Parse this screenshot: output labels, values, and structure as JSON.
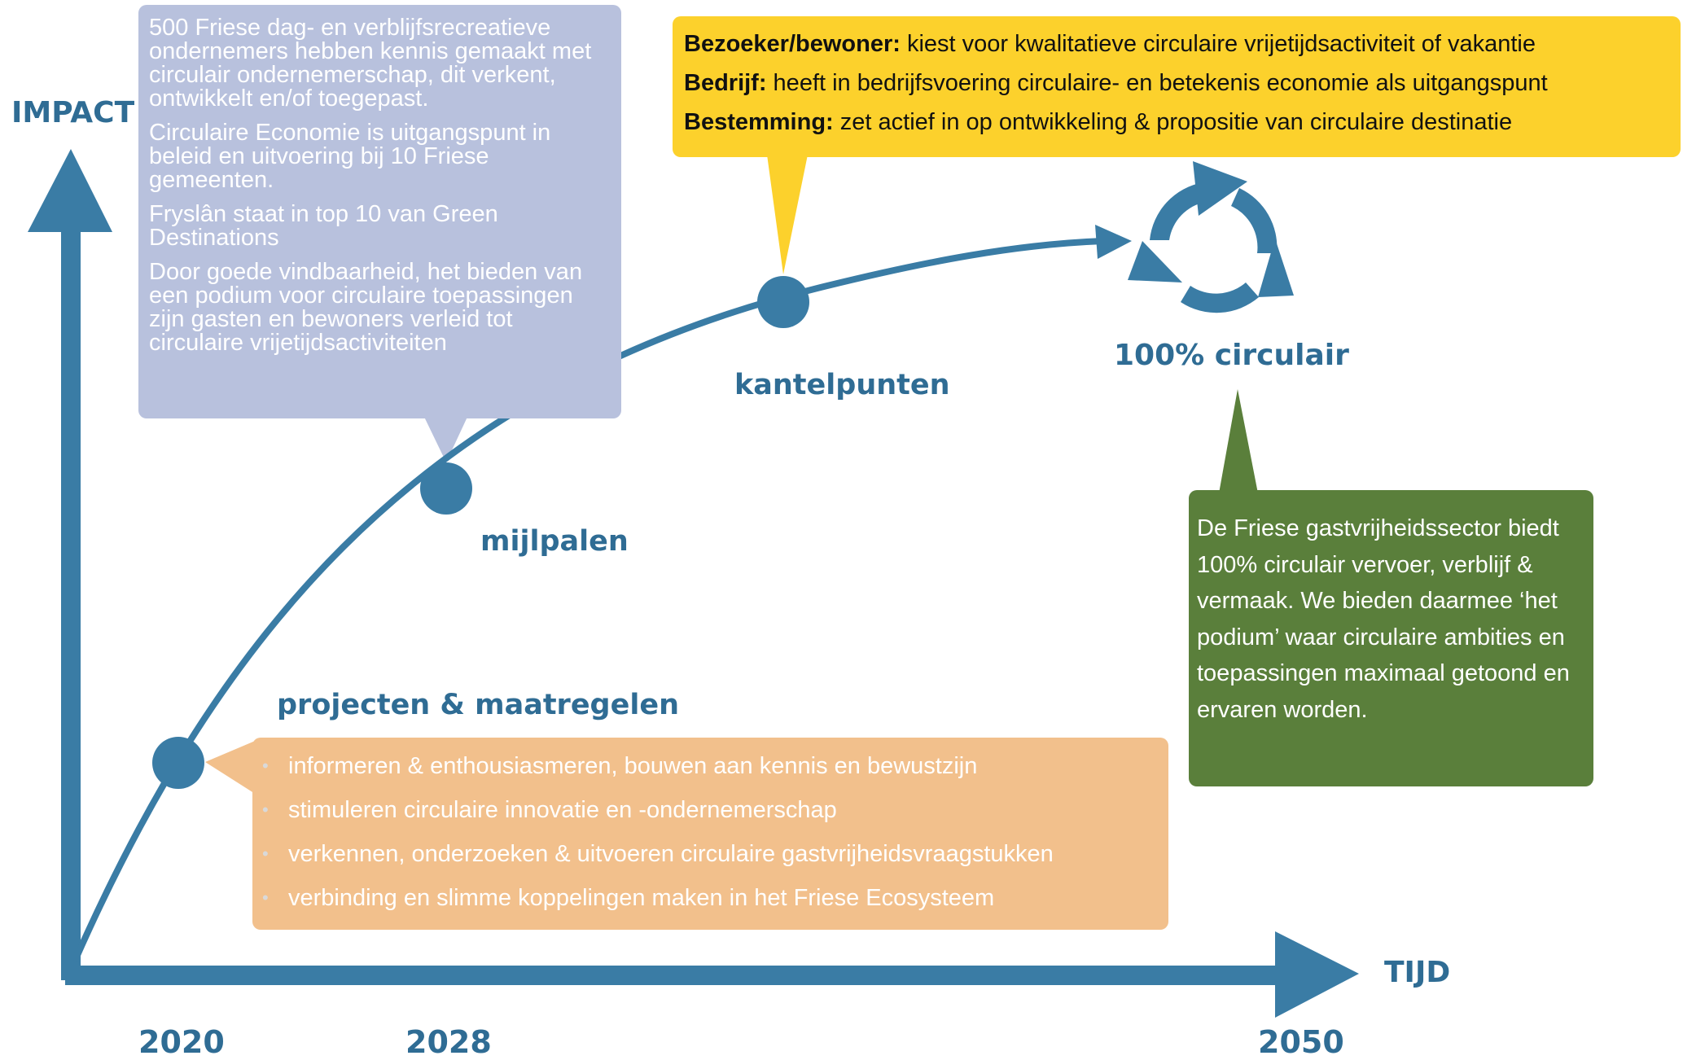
{
  "axes": {
    "y_label": "IMPACT",
    "x_label": "TIJD",
    "years": [
      "2020",
      "2028",
      "2050"
    ]
  },
  "stages": {
    "projecten": "projecten & maatregelen",
    "mijlpalen": "mijlpalen",
    "kantelpunten": "kantelpunten",
    "circulair": "100% circulair"
  },
  "milestones_box": {
    "paragraphs": [
      "500 Friese dag- en verblijfsrecreatieve ondernemers hebben kennis gemaakt met circulair ondernemerschap, dit verkent, ontwikkelt en/of toegepast.",
      "Circulaire Economie is uitgangspunt in beleid en uitvoering bij 10 Friese gemeenten.",
      "Fryslân staat in top 10 van Green Destinations",
      "Door goede vindbaarheid, het bieden van een podium voor circulaire toepassingen zijn gasten en bewoners verleid tot circulaire vrijetijdsactiviteiten"
    ]
  },
  "kantelpunten_box": {
    "rows": [
      {
        "term": "Bezoeker/bewoner:",
        "text": " kiest voor kwalitatieve circulaire vrijetijdsactiviteit of vakantie"
      },
      {
        "term": "Bedrijf:",
        "text": " heeft in bedrijfsvoering circulaire- en betekenis economie als uitgangspunt"
      },
      {
        "term": "Bestemming:",
        "text": " zet actief in op ontwikkeling & propositie van circulaire destinatie"
      }
    ]
  },
  "projects_box": {
    "bullet": "•",
    "items": [
      "informeren & enthousiasmeren, bouwen aan kennis en bewustzijn",
      "stimuleren circulaire innovatie en -ondernemerschap",
      "verkennen, onderzoeken & uitvoeren circulaire gastvrijheidsvraagstukken",
      "verbinding en slimme koppelingen maken in het Friese Ecosysteem"
    ]
  },
  "circular_box": {
    "text": "De Friese gastvrijheidssector biedt 100% circulair vervoer, verblijf & vermaak. We bieden daarmee ‘het podium’ waar circulaire ambities en toepassingen maximaal getoond en ervaren worden."
  },
  "icons": [
    "recycle-icon"
  ],
  "colors": {
    "axis_blue": "#3a7ca5",
    "milestones_box": "#b8c1dd",
    "kantelpunten_box": "#fcd12c",
    "projects_box": "#f2c08c",
    "circular_box": "#5a7f3b"
  }
}
